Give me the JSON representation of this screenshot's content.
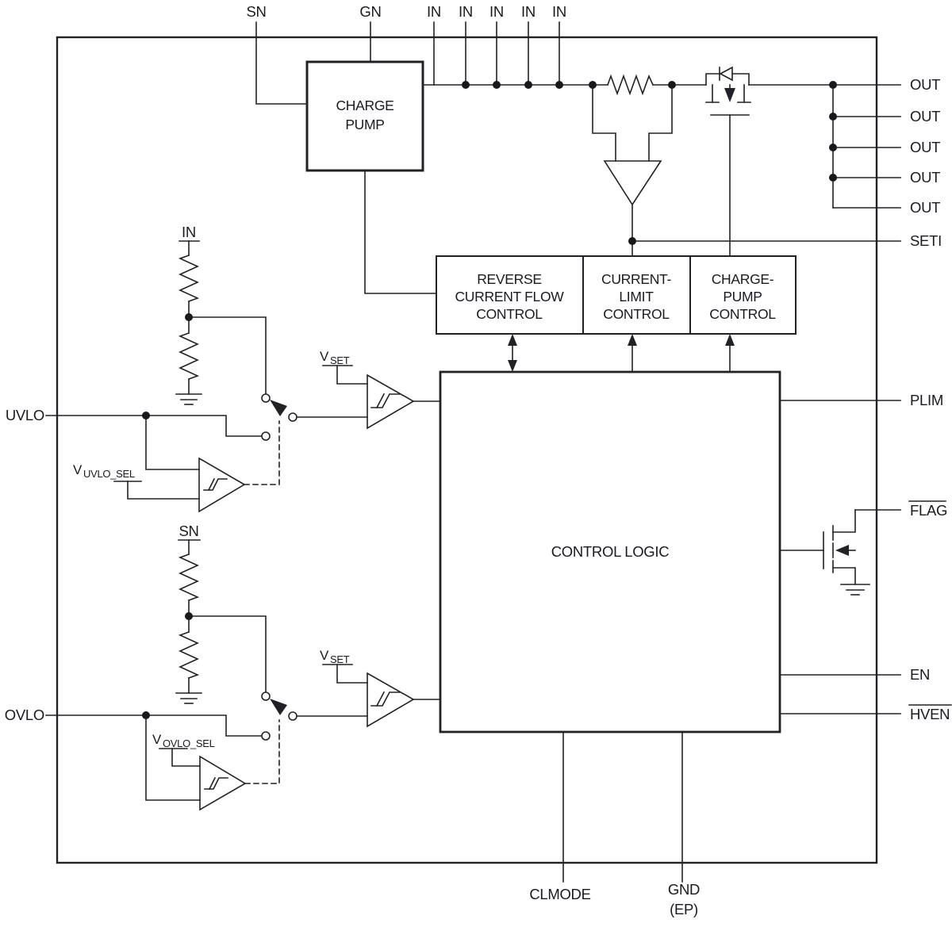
{
  "colors": {
    "background": "#ffffff",
    "ink": "#202227",
    "text": "#181b21"
  },
  "pins": {
    "sn": "SN",
    "gn": "GN",
    "in": "IN",
    "out": "OUT",
    "seti": "SETI",
    "plim": "PLIM",
    "flag": "FLAG",
    "en": "EN",
    "hven": "HVEN",
    "uvlo": "UVLO",
    "ovlo": "OVLO",
    "clmode": "CLMODE",
    "gnd": "GND",
    "gnd_ep": "(EP)"
  },
  "nets": {
    "in_divider": "IN",
    "sn_divider": "SN",
    "vset_prefix": "V",
    "vset_sub": "SET",
    "vuvlo_prefix": "V",
    "vuvlo_sub": "UVLO_SEL",
    "vovlo_prefix": "V",
    "vovlo_sub": "OVLO_SEL"
  },
  "blocks": {
    "charge_pump": {
      "line1": "CHARGE",
      "line2": "PUMP"
    },
    "reverse": {
      "line1": "REVERSE",
      "line2": "CURRENT FLOW",
      "line3": "CONTROL"
    },
    "current_limit": {
      "line1": "CURRENT-",
      "line2": "LIMIT",
      "line3": "CONTROL"
    },
    "charge_pump_control": {
      "line1": "CHARGE-",
      "line2": "PUMP",
      "line3": "CONTROL"
    },
    "control_logic": {
      "label": "CONTROL LOGIC"
    }
  }
}
